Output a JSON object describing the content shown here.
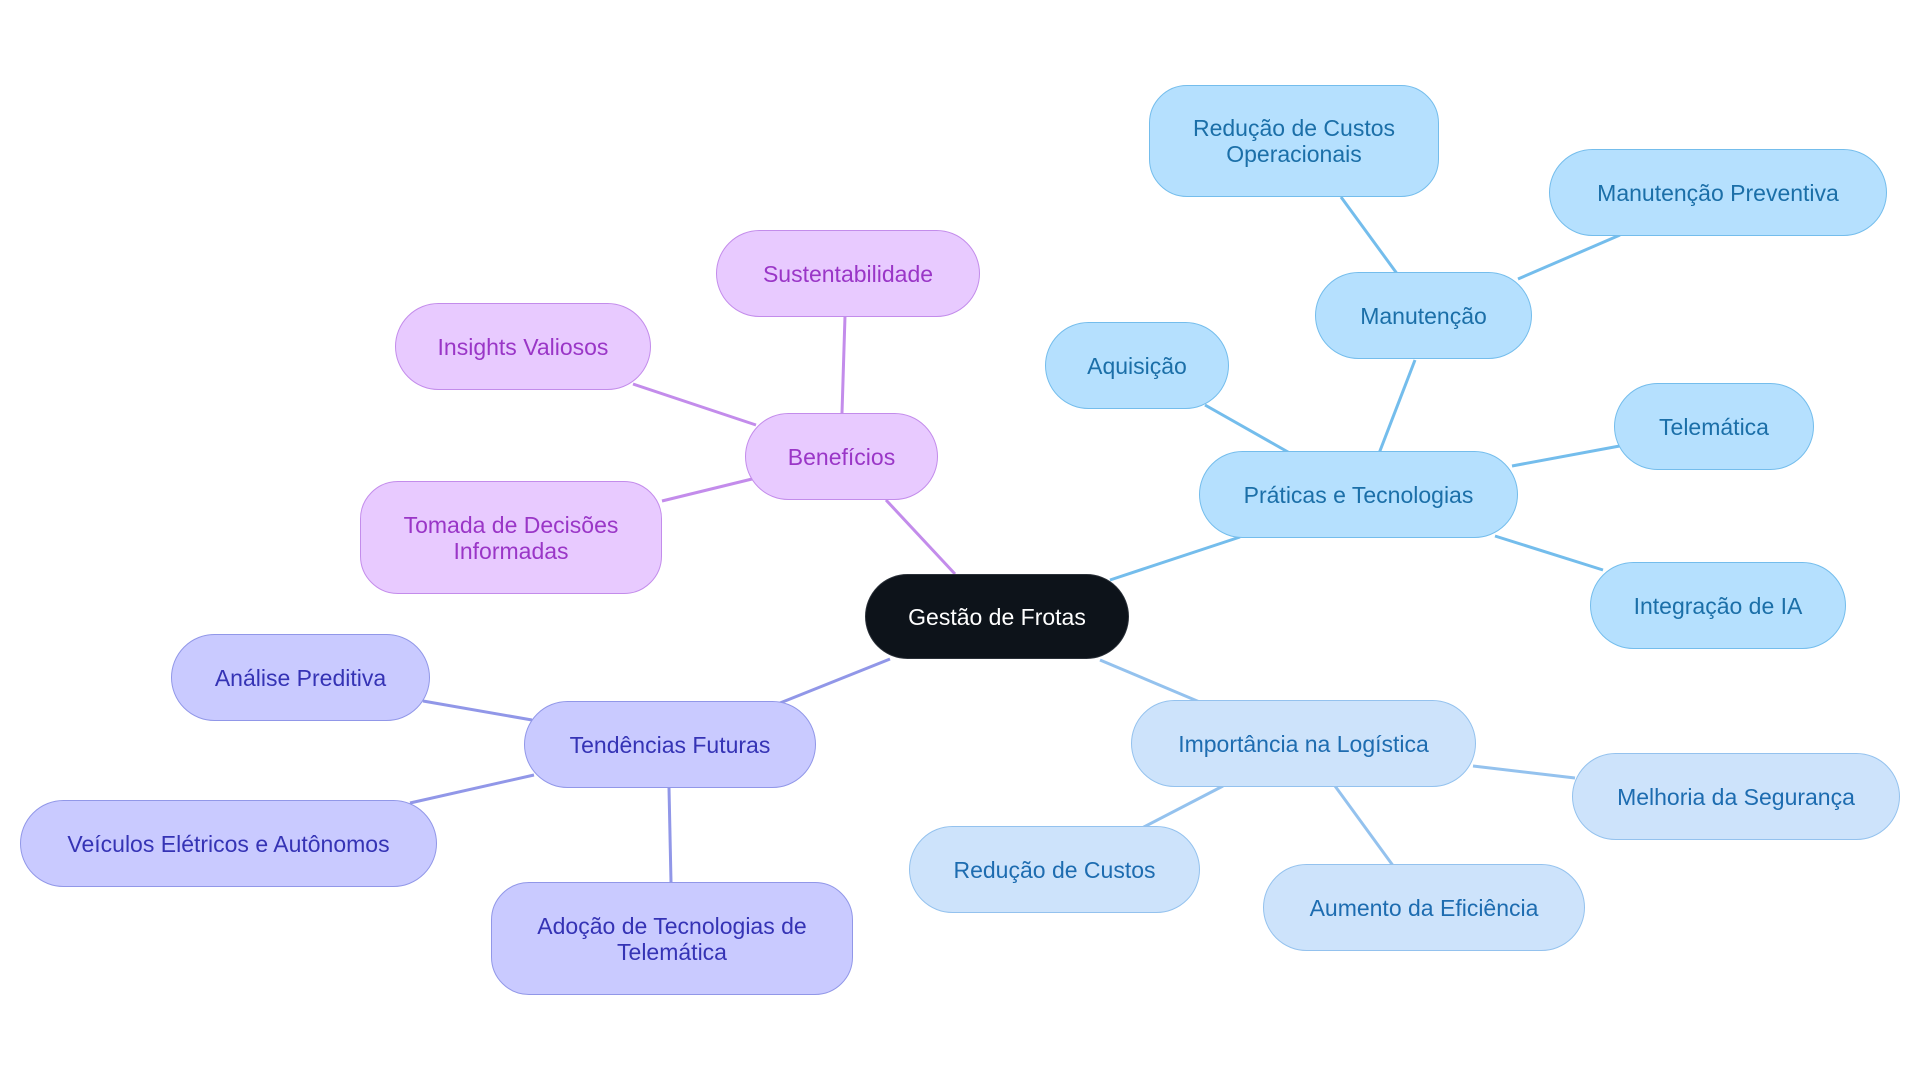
{
  "diagram": {
    "root": {
      "label": "Gestão de Frotas"
    },
    "branches": {
      "praticas": {
        "label": "Práticas e Tecnologias",
        "color": "#74bdec",
        "children": {
          "aquisicao": {
            "label": "Aquisição"
          },
          "manutencao": {
            "label": "Manutenção",
            "children": {
              "reducao_custos_operacionais": {
                "label": "Redução de Custos Operacionais"
              },
              "manutencao_preventiva": {
                "label": "Manutenção Preventiva"
              }
            }
          },
          "telematica": {
            "label": "Telemática"
          },
          "integracao_ia": {
            "label": "Integração de IA"
          }
        }
      },
      "importancia": {
        "label": "Importância na Logística",
        "color": "#94c2ee",
        "children": {
          "reducao_custos": {
            "label": "Redução de Custos"
          },
          "aumento_eficiencia": {
            "label": "Aumento da Eficiência"
          },
          "melhoria_seguranca": {
            "label": "Melhoria da Segurança"
          }
        }
      },
      "beneficios": {
        "label": "Benefícios",
        "color": "#c38ceb",
        "children": {
          "sustentabilidade": {
            "label": "Sustentabilidade"
          },
          "insights": {
            "label": "Insights Valiosos"
          },
          "decisoes": {
            "label": "Tomada de Decisões Informadas"
          }
        }
      },
      "tendencias": {
        "label": "Tendências Futuras",
        "color": "#9197e8",
        "children": {
          "analise_preditiva": {
            "label": "Análise Preditiva"
          },
          "veiculos": {
            "label": "Veículos Elétricos e Autônomos"
          },
          "adocao_telematica": {
            "label": "Adoção de Tecnologias de Telemática"
          }
        }
      }
    }
  }
}
